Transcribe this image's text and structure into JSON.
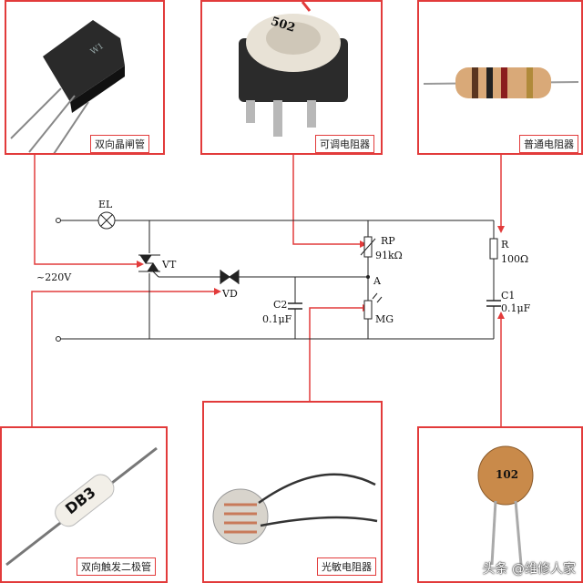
{
  "panels": {
    "triac": {
      "label": "双向晶闸管"
    },
    "pot": {
      "label": "可调电阻器",
      "marking": "502"
    },
    "resistor": {
      "label": "普通电阻器"
    },
    "diac": {
      "label": "双向触发二极管",
      "marking": "DB3"
    },
    "ldr": {
      "label": "光敏电阻器"
    },
    "capacitor": {
      "label": "",
      "marking": "102"
    }
  },
  "circuit": {
    "el": "EL",
    "vt": "VT",
    "vd": "VD",
    "supply": "~220V",
    "c2_name": "C2",
    "c2_value": "0.1μF",
    "rp_name": "RP",
    "rp_value": "91kΩ",
    "node_a": "A",
    "mg": "MG",
    "r_name": "R",
    "r_value": "100Ω",
    "c1_name": "C1",
    "c1_value": "0.1μF"
  },
  "watermark": "头条 @维修人家",
  "colors": {
    "frame": "#e23b3b",
    "wire": "#222222",
    "callout": "#e23b3b"
  }
}
